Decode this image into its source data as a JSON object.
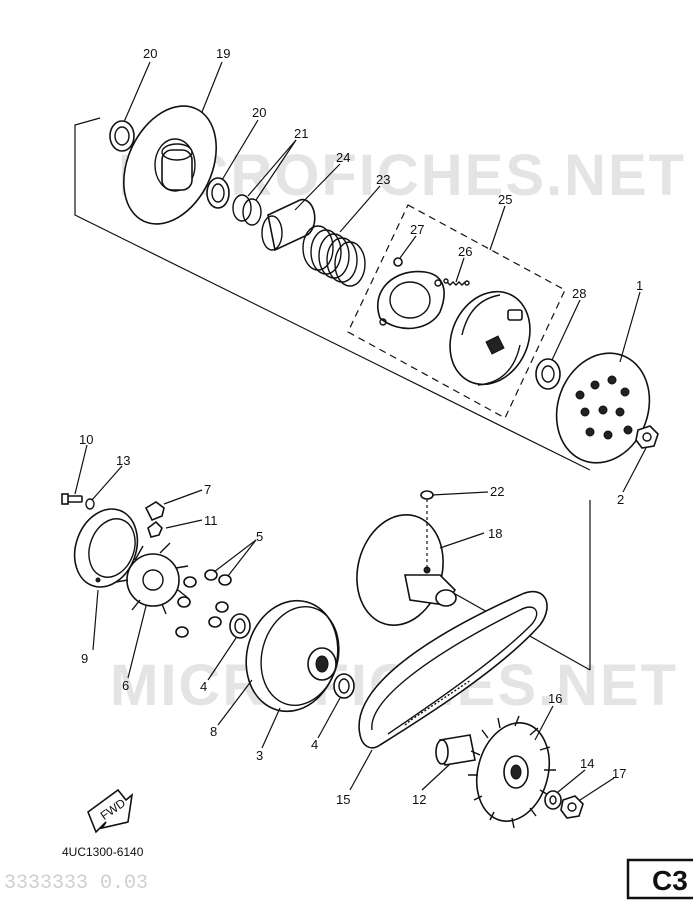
{
  "watermark": "MICROFICHES.NET",
  "diagram_code": "4UC1300-6140",
  "page_tag": "C3",
  "stamp_text": "3333333 0.03",
  "fwd_label": "FWD",
  "callouts": {
    "c1": "1",
    "c2": "2",
    "c3": "3",
    "c4a": "4",
    "c4b": "4",
    "c5": "5",
    "c6": "6",
    "c7": "7",
    "c8": "8",
    "c9": "9",
    "c10": "10",
    "c11": "11",
    "c12": "12",
    "c13": "13",
    "c14": "14",
    "c15": "15",
    "c16": "16",
    "c17": "17",
    "c18": "18",
    "c19": "19",
    "c20a": "20",
    "c20b": "20",
    "c21": "21",
    "c22": "22",
    "c23": "23",
    "c24": "24",
    "c25": "25",
    "c26": "26",
    "c27": "27",
    "c28": "28"
  }
}
